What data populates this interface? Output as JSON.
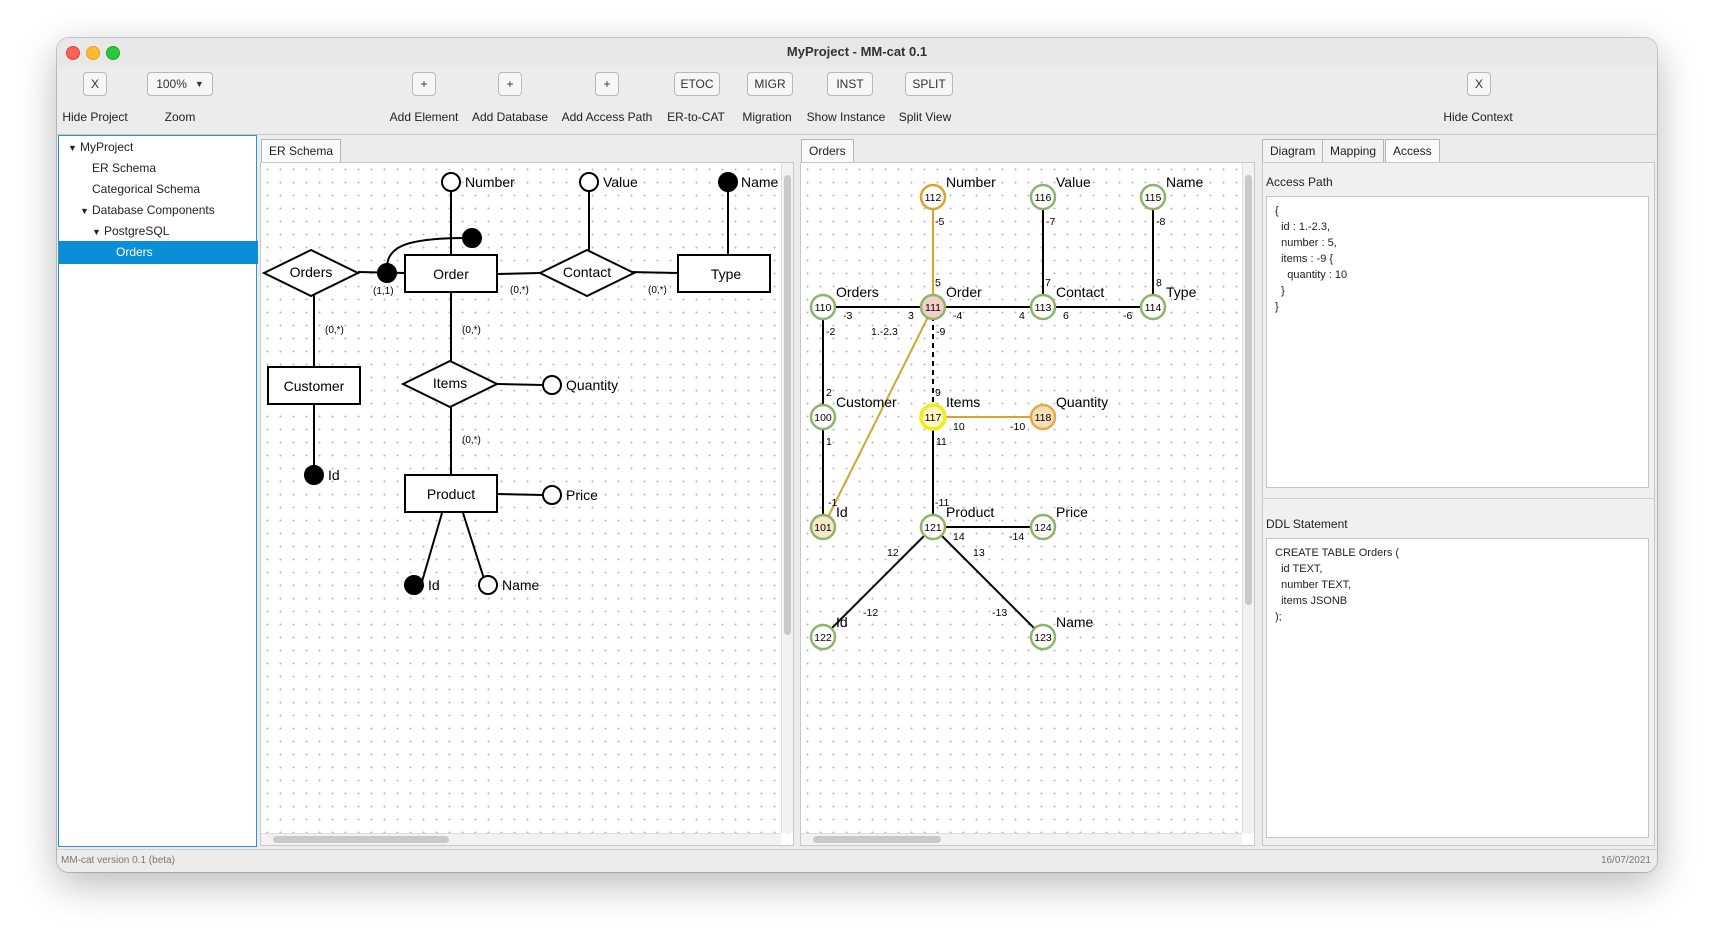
{
  "window": {
    "title": "MyProject - MM-cat 0.1"
  },
  "toolbar": {
    "hide_project_btn": "X",
    "hide_project": "Hide Project",
    "zoom_value": "100%",
    "zoom": "Zoom",
    "add_element_btn": "+",
    "add_element": "Add Element",
    "add_database_btn": "+",
    "add_database": "Add Database",
    "add_access_path_btn": "+",
    "add_access_path": "Add Access Path",
    "etoc_btn": "ETOC",
    "etoc": "ER-to-CAT",
    "migr_btn": "MIGR",
    "migr": "Migration",
    "inst_btn": "INST",
    "inst": "Show Instance",
    "split_btn": "SPLIT",
    "split": "Split View",
    "hide_context_btn": "X",
    "hide_context": "Hide Context"
  },
  "tree": {
    "root": "MyProject",
    "er_schema": "ER Schema",
    "categorical_schema": "Categorical Schema",
    "database_components": "Database Components",
    "postgresql": "PostgreSQL",
    "orders": "Orders"
  },
  "er_pane": {
    "tab": "ER Schema",
    "entities": {
      "order": "Order",
      "type": "Type",
      "customer": "Customer",
      "product": "Product"
    },
    "relationships": {
      "orders": "Orders",
      "contact": "Contact",
      "items": "Items"
    },
    "attributes": {
      "number": "Number",
      "value": "Value",
      "name": "Name",
      "quantity": "Quantity",
      "customer_id": "Id",
      "price": "Price",
      "product_id": "Id",
      "product_name": "Name"
    },
    "cardinalities": {
      "c_orders_order": "(1,1)",
      "c_order_contact": "(0,*)",
      "c_contact_type": "(0,*)",
      "c_orders_customer": "(0,*)",
      "c_order_items": "(0,*)",
      "c_items_product": "(0,*)"
    }
  },
  "cat_pane": {
    "tab": "Orders",
    "objects": {
      "n112": {
        "id": "112",
        "label": "Number"
      },
      "n116": {
        "id": "116",
        "label": "Value"
      },
      "n115": {
        "id": "115",
        "label": "Name"
      },
      "n110": {
        "id": "110",
        "label": "Orders"
      },
      "n111": {
        "id": "111",
        "label": "Order"
      },
      "n113": {
        "id": "113",
        "label": "Contact"
      },
      "n114": {
        "id": "114",
        "label": "Type"
      },
      "n100": {
        "id": "100",
        "label": "Customer"
      },
      "n117": {
        "id": "117",
        "label": "Items"
      },
      "n118": {
        "id": "118",
        "label": "Quantity"
      },
      "n101": {
        "id": "101",
        "label": "Id"
      },
      "n121": {
        "id": "121",
        "label": "Product"
      },
      "n124": {
        "id": "124",
        "label": "Price"
      },
      "n122": {
        "id": "122",
        "label": "Id"
      },
      "n123": {
        "id": "123",
        "label": "Name"
      }
    },
    "morphisms": {
      "m5": "5",
      "mneg5": "-5",
      "m7": "-7",
      "m8": "-8",
      "mneg3": "-3",
      "m3": "3",
      "mneg4": "-4",
      "m4": "4",
      "m7b": "7",
      "m6": "6",
      "mneg6": "-6",
      "m8b": "8",
      "mneg2": "-2",
      "m123": "1.-2.3",
      "mneg9": "-9",
      "m2": "2",
      "m9": "9",
      "m10": "10",
      "mneg10": "-10",
      "m1": "1",
      "m11": "11",
      "mneg1": "-1",
      "mneg11": "-11",
      "m14": "14",
      "mneg14": "-14",
      "m12": "12",
      "m13": "13",
      "mneg12": "-12",
      "mneg13": "-13"
    }
  },
  "context": {
    "tab_diagram": "Diagram",
    "tab_mapping": "Mapping",
    "tab_access": "Access",
    "access_path_label": "Access Path",
    "access_path_lines": [
      "{",
      "  id : 1.-2.3,",
      "  number : 5,",
      "  items : -9 {",
      "    quantity : 10",
      "  }",
      "}"
    ],
    "ddl_label": "DDL Statement",
    "ddl_lines": [
      "CREATE TABLE Orders (",
      "  id TEXT,",
      "  number TEXT,",
      "  items JSONB",
      ");"
    ]
  },
  "status": {
    "left": "MM-cat version 0.1 (beta)",
    "right": "16/07/2021"
  },
  "colors": {
    "selection": "#0a8fd6",
    "node_green": "#8ab56a",
    "node_red_fill": "#f3cfc8",
    "node_yellow": "#f2ea1a",
    "node_orange": "#e6a84a",
    "access_path_line": "#d9a330"
  }
}
